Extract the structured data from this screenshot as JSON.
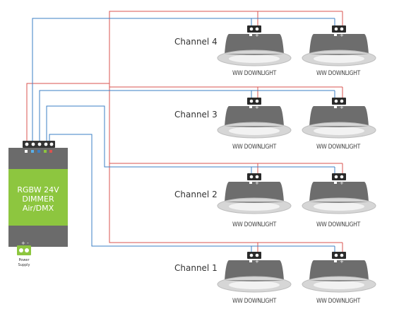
{
  "channels": [
    {
      "label": "Channel 4",
      "lights": [
        "WW DOWNLIGHT",
        "WW DOWNLIGHT"
      ]
    },
    {
      "label": "Channel 3",
      "lights": [
        "WW DOWNLIGHT",
        "WW DOWNLIGHT"
      ]
    },
    {
      "label": "Channel 2",
      "lights": [
        "WW DOWNLIGHT",
        "WW DOWNLIGHT"
      ]
    },
    {
      "label": "Channel 1",
      "lights": [
        "WW DOWNLIGHT",
        "WW DOWNLIGHT"
      ]
    }
  ],
  "dimmer": {
    "line1": "RGBW 24V",
    "line2": "DIMMER",
    "line3": "Air/DMX",
    "color": "#8dc63f"
  },
  "power_supply": {
    "line1": "Power",
    "line2": "Supply",
    "polarity": "+ -",
    "color": "#8dc63f"
  },
  "wire_colors": {
    "positive": "#d9534f",
    "channel": "#3b7fc4"
  }
}
